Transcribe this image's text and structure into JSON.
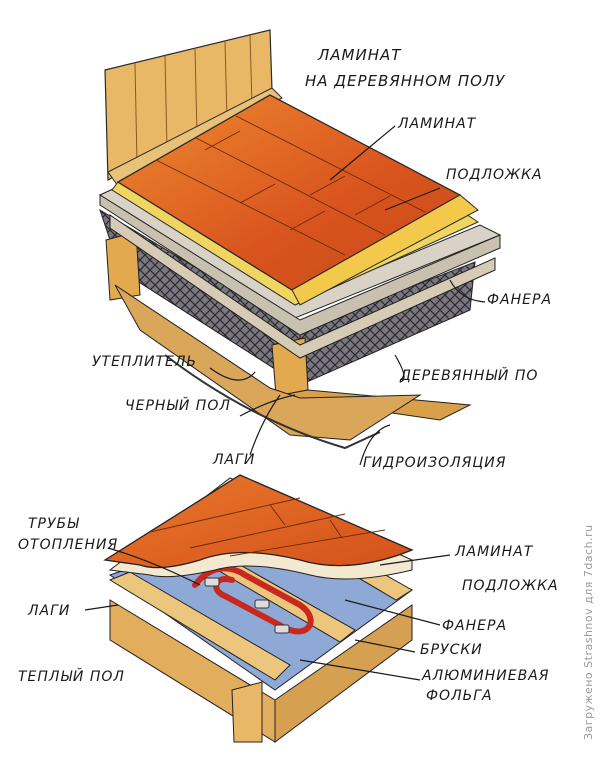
{
  "top_diagram": {
    "title_line1": "ЛАМИНАТ",
    "title_line2": "НА ДЕРЕВЯННОМ ПОЛУ",
    "labels": {
      "laminate": "ЛАМИНАТ",
      "underlay": "ПОДЛОЖКА",
      "plywood": "ФАНЕРА",
      "wood_floor": "ДЕРЕВЯННЫЙ ПО",
      "insulation": "УТЕПЛИТЕЛЬ",
      "subfloor": "ЧЕРНЫЙ ПОЛ",
      "joists": "ЛАГИ",
      "waterproofing": "ГИДРОИЗОЛЯЦИЯ"
    }
  },
  "bottom_diagram": {
    "labels": {
      "pipes_line1": "ТРУБЫ",
      "pipes_line2": "ОТОПЛЕНИЯ",
      "joists": "ЛАГИ",
      "warm_floor": "ТЕПЛЫЙ ПОЛ",
      "laminate": "ЛАМИНАТ",
      "underlay": "ПОДЛОЖКА",
      "plywood": "ФАНЕРА",
      "bars": "БРУСКИ",
      "foil_line1": "АЛЮМИНИЕВАЯ",
      "foil_line2": "ФОЛЬГА"
    }
  },
  "watermark": "Загружено Strashnov для 7dach.ru",
  "colors": {
    "laminate": "#d9541e",
    "laminate_light": "#e8862f",
    "underlay": "#f0d560",
    "plywood": "#e7c26a",
    "wood": "#e2ad5c",
    "insulation": "#6d6a72",
    "foil": "#8fa9d6",
    "pipe": "#c8281e",
    "ink": "#1a1a1a"
  }
}
